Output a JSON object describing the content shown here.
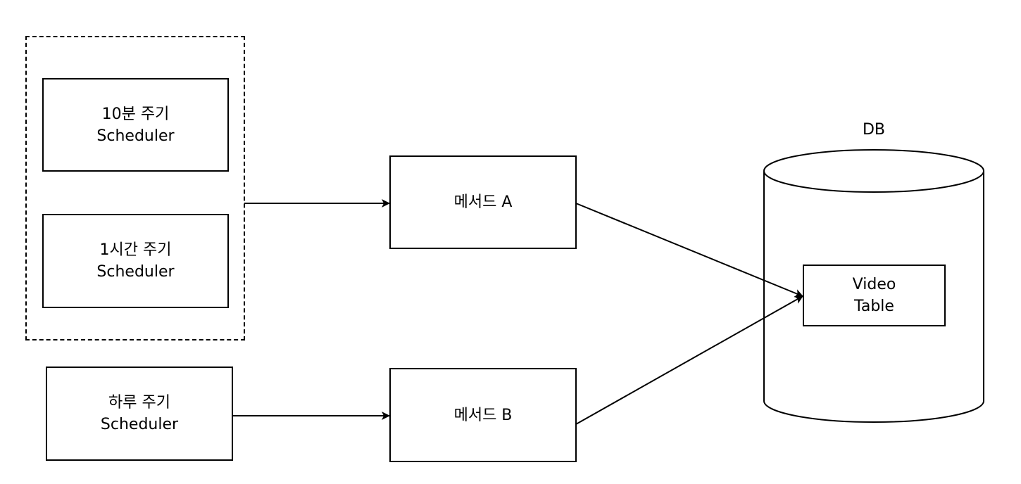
{
  "diagram": {
    "nodes": {
      "scheduler_10min": {
        "line1": "10분 주기",
        "line2": "Scheduler"
      },
      "scheduler_1hour": {
        "line1": "1시간 주기",
        "line2": "Scheduler"
      },
      "scheduler_daily": {
        "line1": "하루 주기",
        "line2": "Scheduler"
      },
      "method_a": {
        "label": "메서드 A"
      },
      "method_b": {
        "label": "메서드 B"
      },
      "db": {
        "label": "DB"
      },
      "video_table": {
        "line1": "Video",
        "line2": "Table"
      }
    },
    "edges": [
      {
        "from": "scheduler-group",
        "to": "method_a"
      },
      {
        "from": "scheduler_daily",
        "to": "method_b"
      },
      {
        "from": "method_a",
        "to": "video_table"
      },
      {
        "from": "method_b",
        "to": "video_table"
      }
    ]
  }
}
